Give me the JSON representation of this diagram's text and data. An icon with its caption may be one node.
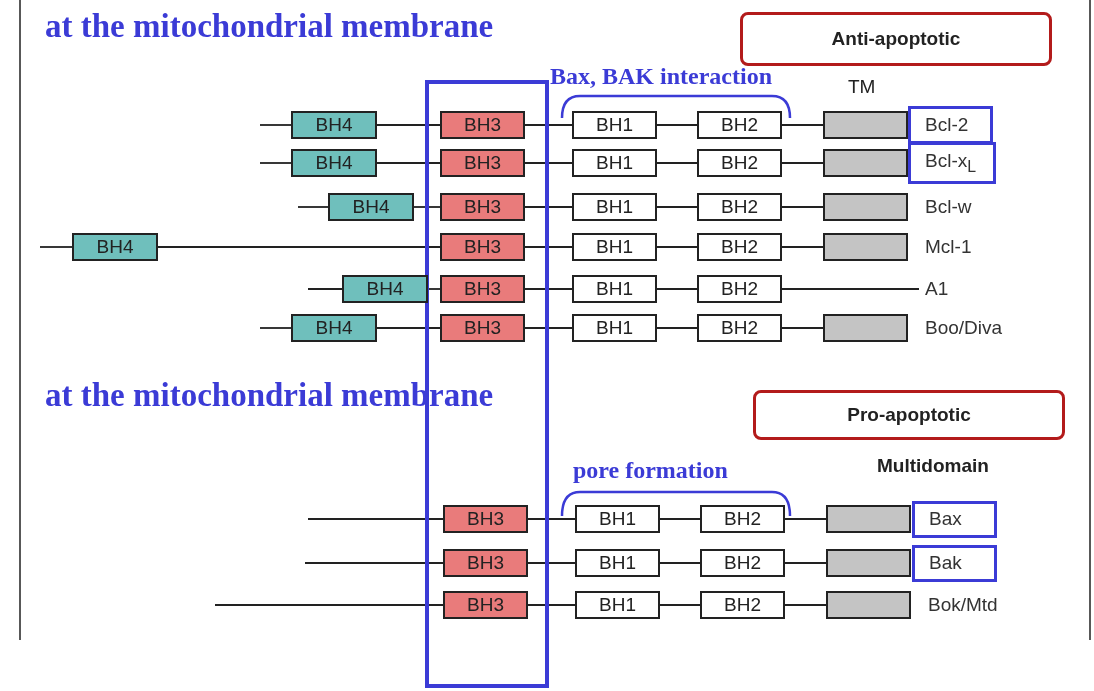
{
  "diagram": {
    "nodes": [
      {
        "text": [
          "Anti-apoptotic"
        ]
      },
      {
        "text": [],
        "shape": "box"
      },
      {
        "text": [
          "BH4"
        ]
      },
      {
        "text": [
          "BH3"
        ],
        "in": 1
      },
      {
        "text": [
          "BH1"
        ]
      },
      {
        "text": [
          "BH2"
        ]
      },
      {
        "text": [],
        "shape": "box"
      },
      {
        "text": [
          "Bcl-2"
        ]
      },
      {
        "text": [
          "BH4"
        ]
      },
      {
        "text": [
          "BH3"
        ],
        "in": 1
      },
      {
        "text": [
          "BH1"
        ]
      },
      {
        "text": [
          "BH2"
        ]
      },
      {
        "text": [],
        "shape": "box"
      },
      {
        "text": [
          "Bcl-x$_{L}$"
        ]
      },
      {
        "text": [
          "BH4"
        ]
      },
      {
        "text": [
          "BH3"
        ],
        "in": 1
      },
      {
        "text": [
          "BH1"
        ]
      },
      {
        "text": [
          "BH2"
        ]
      },
      {
        "text": [],
        "shape": "box"
      },
      {
        "text": [
          "Bcl-w"
        ]
      },
      {
        "text": [
          "BH4"
        ]
      },
      {
        "text": [
          "BH3"
        ],
        "in": 1
      },
      {
        "text": [
          "BH1"
        ]
      },
      {
        "text": [
          "BH2"
        ]
      },
      {
        "text": [],
        "shape": "box"
      },
      {
        "text": [
          "Mcl-1"
        ]
      },
      {
        "text": [
          "BH4"
        ]
      },
      {
        "text": [
          "BH3"
        ],
        "in": 1
      },
      {
        "text": [
          "BH1"
        ]
      },
      {
        "text": [
          "BH2"
        ]
      },
      {
        "text": [
          "A1"
        ]
      },
      {
        "text": [
          "BH4"
        ]
      },
      {
        "text": [
          "BH3"
        ],
        "in": 1
      },
      {
        "text": [
          "BH1"
        ]
      },
      {
        "text": [
          "BH2"
        ]
      },
      {
        "text": [],
        "shape": "box"
      },
      {
        "text": [
          "Boo/Diva"
        ]
      },
      {
        "text": [
          "Pro-apoptotic"
        ]
      },
      {
        "text": [
          "BH3"
        ],
        "in": 1
      },
      {
        "text": [
          "BH1"
        ]
      },
      {
        "text": [
          "BH2"
        ]
      },
      {
        "text": [],
        "shape": "box"
      },
      {
        "text": [
          "Bax"
        ]
      },
      {
        "text": [
          "BH3"
        ],
        "in": 1
      },
      {
        "text": [
          "BH1"
        ]
      },
      {
        "text": [
          "BH2"
        ]
      },
      {
        "text": [],
        "shape": "box"
      },
      {
        "text": [
          "Bak"
        ]
      },
      {
        "text": [
          "BH3"
        ],
        "in": 1
      },
      {
        "text": [
          "BH1"
        ]
      },
      {
        "text": [
          "BH2"
        ]
      },
      {
        "text": [],
        "shape": "box"
      },
      {
        "text": [
          "Bok/Mtd"
        ]
      }
    ],
    "edges": [
      {
        "from": null,
        "to": 2,
        "arrow": "none"
      },
      {
        "from": 2,
        "to": 3,
        "arrow": "none"
      },
      {
        "from": 3,
        "to": 4,
        "arrow": "none"
      },
      {
        "from": 4,
        "to": 5,
        "arrow": "none"
      },
      {
        "from": 5,
        "to": 6,
        "arrow": "none"
      },
      {
        "from": null,
        "to": 8,
        "arrow": "none"
      },
      {
        "from": 8,
        "to": 9,
        "arrow": "none"
      },
      {
        "from": 9,
        "to": 10,
        "arrow": "none"
      },
      {
        "from": 10,
        "to": 11,
        "arrow": "none"
      },
      {
        "from": 11,
        "to": 12,
        "arrow": "none"
      },
      {
        "from": null,
        "to": 14,
        "arrow": "none"
      },
      {
        "from": 14,
        "to": 15,
        "arrow": "none"
      },
      {
        "from": 15,
        "to": 16,
        "arrow": "none"
      },
      {
        "from": 16,
        "to": 17,
        "arrow": "none"
      },
      {
        "from": 17,
        "to": 18,
        "arrow": "none"
      },
      {
        "from": null,
        "to": 20,
        "arrow": "none"
      },
      {
        "from": 20,
        "to": 21,
        "arrow": "none"
      },
      {
        "from": 21,
        "to": 22,
        "arrow": "none"
      },
      {
        "from": 22,
        "to": 23,
        "arrow": "none"
      },
      {
        "from": 23,
        "to": 24,
        "arrow": "none"
      },
      {
        "from": null,
        "to": 26,
        "arrow": "none"
      },
      {
        "from": 26,
        "to": 27,
        "arrow": "none"
      },
      {
        "from": 27,
        "to": 28,
        "arrow": "none"
      },
      {
        "from": 28,
        "to": 29,
        "arrow": "none"
      },
      {
        "from": 29,
        "to": 30,
        "arrow": "none"
      },
      {
        "from": null,
        "to": 31,
        "arrow": "none"
      },
      {
        "from": 31,
        "to": 32,
        "arrow": "none"
      },
      {
        "from": 32,
        "to": 33,
        "arrow": "none"
      },
      {
        "from": 33,
        "to": 34,
        "arrow": "none"
      },
      {
        "from": 34,
        "to": 35,
        "arrow": "none"
      },
      {
        "from": null,
        "to": 38,
        "arrow": "none"
      },
      {
        "from": 38,
        "to": 39,
        "arrow": "none"
      },
      {
        "from": 39,
        "to": 40,
        "arrow": "none"
      },
      {
        "from": 40,
        "to": 41,
        "arrow": "none"
      },
      {
        "from": null,
        "to": 43,
        "arrow": "none"
      },
      {
        "from": 43,
        "to": 44,
        "arrow": "none"
      },
      {
        "from": 44,
        "to": 45,
        "arrow": "none"
      },
      {
        "from": 45,
        "to": 46,
        "arrow": "none"
      },
      {
        "from": null,
        "to": 48,
        "arrow": "none"
      },
      {
        "from": 48,
        "to": 49,
        "arrow": "none"
      },
      {
        "from": 49,
        "to": 50,
        "arrow": "none"
      },
      {
        "from": 50,
        "to": 51,
        "arrow": "none"
      }
    ],
    "labels": [
      "at the mitochondrial membrane",
      "Bax, BAK interaction",
      "TM",
      "at the mitochondrial membrane",
      "Multidomain",
      "pore formation"
    ]
  }
}
